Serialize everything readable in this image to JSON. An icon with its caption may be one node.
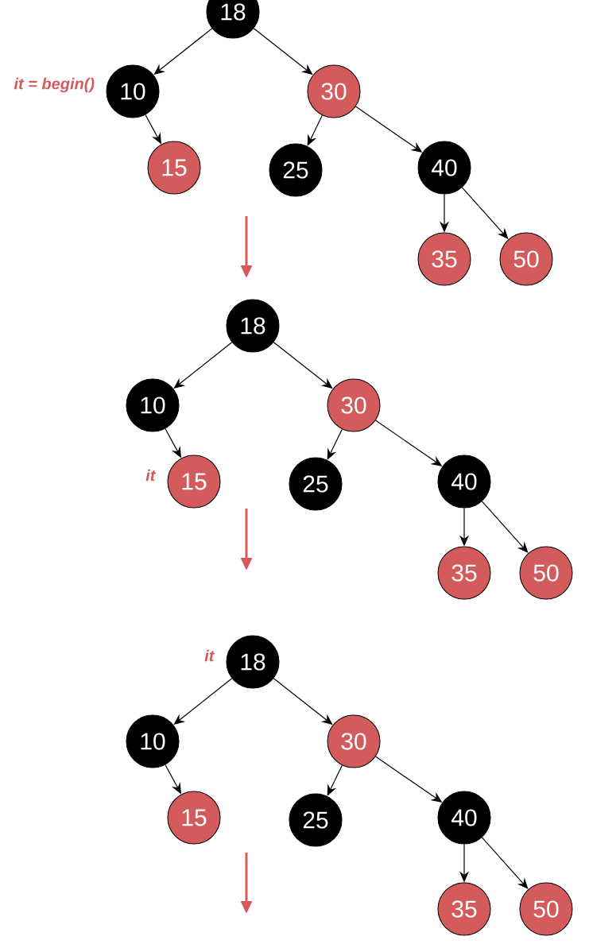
{
  "diagram": {
    "nodes": [
      {
        "text": [
          "18"
        ]
      },
      {
        "text": [
          "10"
        ],
        "beside": [
          "*it = begin()*"
        ]
      },
      {
        "text": [
          "30"
        ]
      },
      {
        "text": [
          "15"
        ]
      },
      {
        "text": [
          "25"
        ]
      },
      {
        "text": [
          "40"
        ]
      },
      {
        "text": [
          "35"
        ]
      },
      {
        "text": [
          "50"
        ]
      },
      {
        "text": [
          "18"
        ]
      },
      {
        "text": [
          "10"
        ]
      },
      {
        "text": [
          "30"
        ]
      },
      {
        "text": [
          "15"
        ],
        "beside": [
          "*it*"
        ]
      },
      {
        "text": [
          "25"
        ]
      },
      {
        "text": [
          "40"
        ]
      },
      {
        "text": [
          "35"
        ]
      },
      {
        "text": [
          "50"
        ]
      },
      {
        "text": [
          "18"
        ],
        "beside": [
          "*it*"
        ]
      },
      {
        "text": [
          "10"
        ]
      },
      {
        "text": [
          "30"
        ]
      },
      {
        "text": [
          "15"
        ]
      },
      {
        "text": [
          "25"
        ]
      },
      {
        "text": [
          "40"
        ]
      },
      {
        "text": [
          "35"
        ]
      },
      {
        "text": [
          "50"
        ]
      }
    ],
    "edges": [
      {
        "from": 0,
        "to": 1,
        "arrow": "to"
      },
      {
        "from": 0,
        "to": 2,
        "arrow": "to"
      },
      {
        "from": 1,
        "to": 3,
        "arrow": "to"
      },
      {
        "from": 2,
        "to": 4,
        "arrow": "to"
      },
      {
        "from": 2,
        "to": 5,
        "arrow": "to"
      },
      {
        "from": 5,
        "to": 6,
        "arrow": "to"
      },
      {
        "from": 5,
        "to": 7,
        "arrow": "to"
      },
      {
        "from": 8,
        "to": 9,
        "arrow": "to"
      },
      {
        "from": 8,
        "to": 10,
        "arrow": "to"
      },
      {
        "from": 9,
        "to": 11,
        "arrow": "to"
      },
      {
        "from": 10,
        "to": 12,
        "arrow": "to"
      },
      {
        "from": 10,
        "to": 13,
        "arrow": "to"
      },
      {
        "from": 13,
        "to": 14,
        "arrow": "to"
      },
      {
        "from": 13,
        "to": 15,
        "arrow": "to"
      },
      {
        "from": 16,
        "to": 17,
        "arrow": "to"
      },
      {
        "from": 16,
        "to": 18,
        "arrow": "to"
      },
      {
        "from": 17,
        "to": 19,
        "arrow": "to"
      },
      {
        "from": 18,
        "to": 20,
        "arrow": "to"
      },
      {
        "from": 18,
        "to": 21,
        "arrow": "to"
      },
      {
        "from": 21,
        "to": 22,
        "arrow": "to"
      },
      {
        "from": 21,
        "to": 23,
        "arrow": "to"
      }
    ]
  }
}
